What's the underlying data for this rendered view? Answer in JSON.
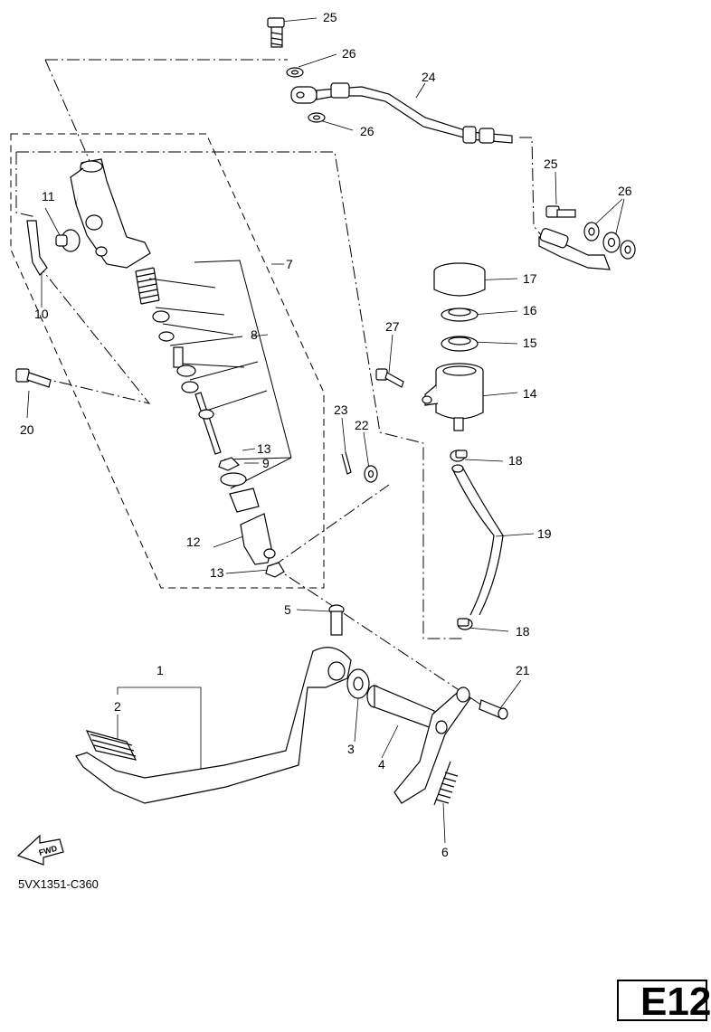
{
  "diagram": {
    "part_labels": {
      "p1": "1",
      "p2": "2",
      "p3": "3",
      "p4": "4",
      "p5": "5",
      "p6": "6",
      "p7": "7",
      "p8": "8",
      "p9": "9",
      "p10": "10",
      "p11": "11",
      "p12": "12",
      "p13a": "13",
      "p13b": "13",
      "p14": "14",
      "p15": "15",
      "p16": "16",
      "p17": "17",
      "p18a": "18",
      "p18b": "18",
      "p19": "19",
      "p20": "20",
      "p21": "21",
      "p22": "22",
      "p23": "23",
      "p24": "24",
      "p25a": "25",
      "p25b": "25",
      "p26a": "26",
      "p26b": "26",
      "p26c": "26",
      "p27": "27"
    },
    "fwd_label": "FWD",
    "diagram_code": "5VX1351-C360",
    "page_tag": "E12"
  }
}
